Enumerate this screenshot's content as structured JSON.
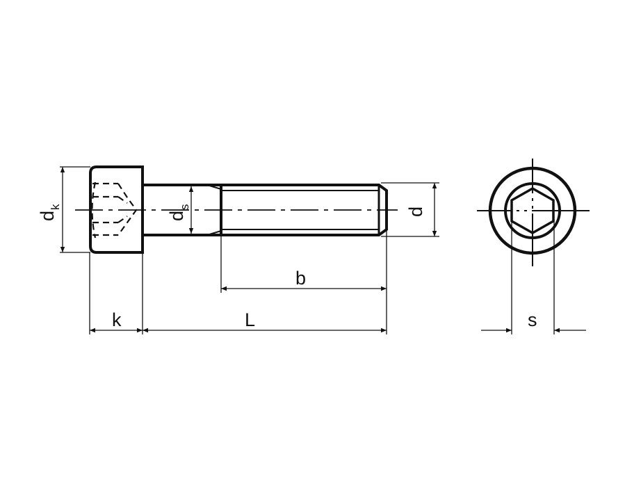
{
  "labels": {
    "dk": "d",
    "dk_sub": "k",
    "ds": "d",
    "ds_sub": "s",
    "d": "d",
    "b": "b",
    "k": "k",
    "L": "L",
    "s": "s"
  },
  "colors": {
    "line": "#111111",
    "background": "#ffffff"
  }
}
